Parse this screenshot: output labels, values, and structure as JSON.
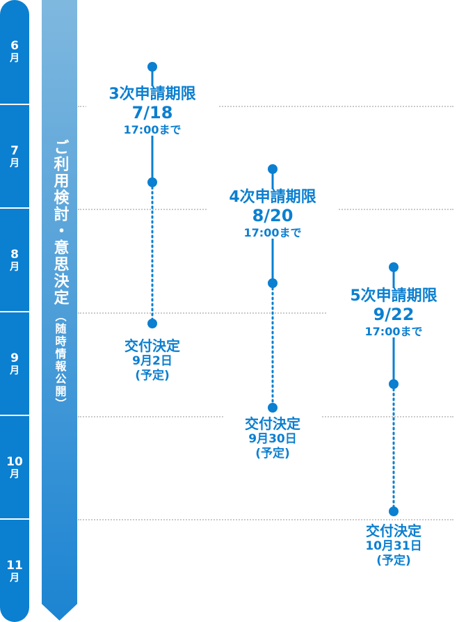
{
  "months": [
    {
      "num": "6",
      "unit": "月"
    },
    {
      "num": "7",
      "unit": "月"
    },
    {
      "num": "8",
      "unit": "月"
    },
    {
      "num": "9",
      "unit": "月"
    },
    {
      "num": "10",
      "unit": "月"
    },
    {
      "num": "11",
      "unit": "月"
    }
  ],
  "banner": {
    "main": "ご利用検討・意思決定",
    "sub": "（随時情報公開）"
  },
  "rounds": [
    {
      "deadline_title": "3次申請期限",
      "deadline_date": "7/18",
      "deadline_time": "17:00まで",
      "decision_title": "交付決定",
      "decision_date": "9月2日",
      "decision_note": "(予定)"
    },
    {
      "deadline_title": "4次申請期限",
      "deadline_date": "8/20",
      "deadline_time": "17:00まで",
      "decision_title": "交付決定",
      "decision_date": "9月30日",
      "decision_note": "(予定)"
    },
    {
      "deadline_title": "5次申請期限",
      "deadline_date": "9/22",
      "deadline_time": "17:00まで",
      "decision_title": "交付決定",
      "decision_date": "10月31日",
      "decision_note": "(予定)"
    }
  ],
  "colors": {
    "primary": "#0b7fd0",
    "banner_top": "#7fb8df",
    "banner_bottom": "#1c84d2",
    "guide": "#c9c9c9"
  }
}
